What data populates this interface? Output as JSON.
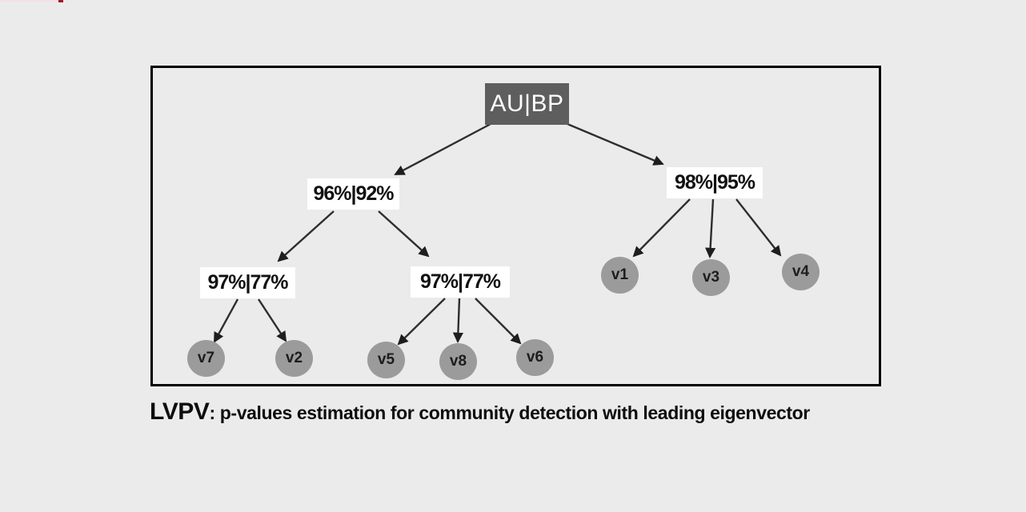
{
  "figure": {
    "type": "tree-diagram",
    "tree": {
      "root": "AU|BP",
      "internal_nodes": [
        {
          "id": "left",
          "label": "96%|92%"
        },
        {
          "id": "right",
          "label": "98%|95%"
        },
        {
          "id": "left-left",
          "label": "97%|77%"
        },
        {
          "id": "left-right",
          "label": "97%|77%"
        }
      ],
      "leaves": [
        "v7",
        "v2",
        "v5",
        "v8",
        "v6",
        "v1",
        "v3",
        "v4"
      ],
      "edges": [
        [
          "AU|BP",
          "96%|92%"
        ],
        [
          "AU|BP",
          "98%|95%"
        ],
        [
          "96%|92%",
          "97%|77% (left)"
        ],
        [
          "96%|92%",
          "97%|77% (right)"
        ],
        [
          "97%|77% (left)",
          "v7"
        ],
        [
          "97%|77% (left)",
          "v2"
        ],
        [
          "97%|77% (right)",
          "v5"
        ],
        [
          "97%|77% (right)",
          "v8"
        ],
        [
          "97%|77% (right)",
          "v6"
        ],
        [
          "98%|95%",
          "v1"
        ],
        [
          "98%|95%",
          "v3"
        ],
        [
          "98%|95%",
          "v4"
        ]
      ]
    },
    "caption": {
      "term": "LVPV",
      "rest": ": p-values estimation for community detection with leading eigenvector"
    },
    "colors": {
      "background": "#ebebeb",
      "frame_border": "#000000",
      "root_box_fill": "#5e5e5e",
      "root_box_text": "#ffffff",
      "label_box_fill": "#ffffff",
      "label_box_text": "#111111",
      "leaf_fill": "#9b9b9b",
      "leaf_text": "#1d1d1d",
      "edge": "#2e2e2e",
      "top_artifact_tick": "#9f1b23",
      "top_artifact_line": "#f3dfe4"
    }
  }
}
